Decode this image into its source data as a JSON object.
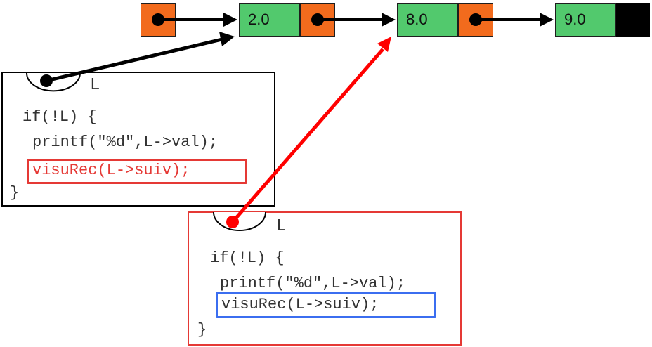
{
  "list": {
    "nodes": [
      {
        "value": "2.0"
      },
      {
        "value": "8.0"
      },
      {
        "value": "9.0"
      }
    ]
  },
  "frame1": {
    "var_label": "L",
    "code_if": "if(!L) {",
    "code_printf": "printf(\"%d\",L->val);",
    "code_call": "visuRec(L->suiv);",
    "code_close": "}"
  },
  "frame2": {
    "var_label": "L",
    "code_if": "if(!L) {",
    "code_printf": "printf(\"%d\",L->val);",
    "code_call": "visuRec(L->suiv);",
    "code_close": "}"
  },
  "colors": {
    "node_value": "#52c96d",
    "pointer_cell": "#f26b1d",
    "null_cell": "#000000",
    "active_frame": "#e53935",
    "call_highlight_outer": "#e53935",
    "call_highlight_inner": "#3b6ef0",
    "arrow_black": "#000000",
    "arrow_red": "#ff0000"
  }
}
